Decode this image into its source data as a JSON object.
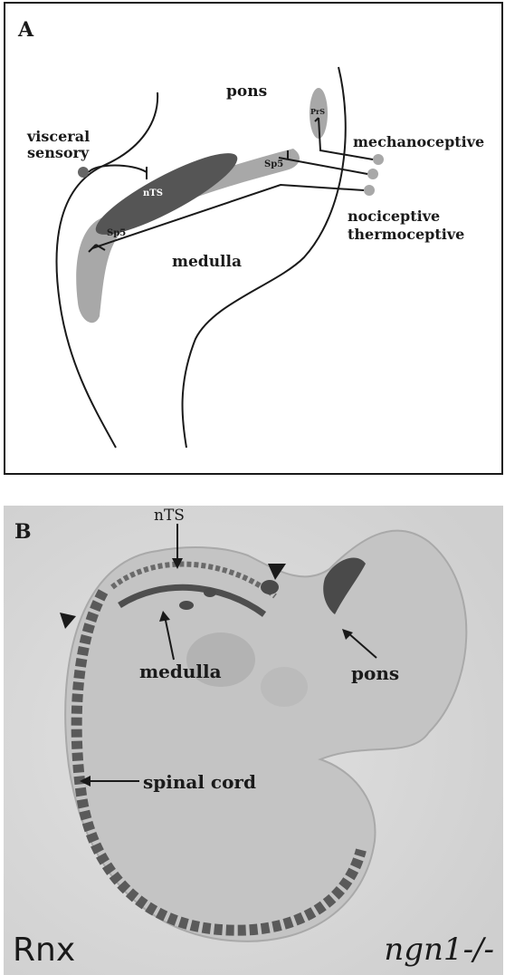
{
  "panel_a": {
    "letter": "A",
    "labels": {
      "pons": "pons",
      "medulla": "medulla",
      "visceral_line1": "visceral",
      "visceral_line2": "sensory",
      "mechanoceptive": "mechanoceptive",
      "nociceptive": "nociceptive",
      "thermoceptive": "thermoceptive",
      "nts": "nTS",
      "sp5_upper": "Sp5",
      "sp5_lower": "Sp5",
      "prs": "PrS"
    },
    "colors": {
      "dark_nucleus": "#555555",
      "light_nucleus": "#a8a8a8",
      "dots_dark": "#666666",
      "dots_light": "#a8a8a8"
    }
  },
  "panel_b": {
    "letter": "B",
    "labels": {
      "nts": "nTS",
      "medulla": "medulla",
      "pons": "pons",
      "spinal_cord": "spinal cord"
    },
    "bottom_left": "Rnx",
    "bottom_right": "ngn1-/-"
  }
}
